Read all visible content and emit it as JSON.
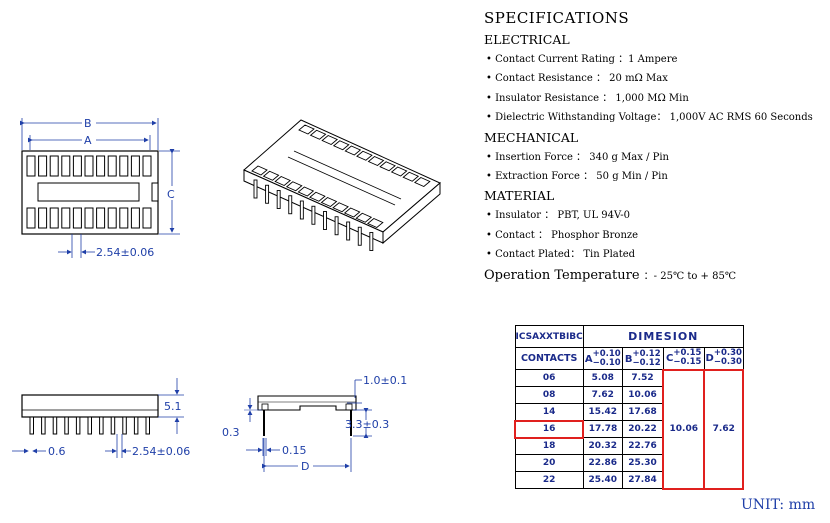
{
  "specs": {
    "title": "SPECIFICATIONS",
    "electrical": {
      "heading": "ELECTRICAL",
      "items": [
        "• Contact Current Rating ：1 Ampere",
        "• Contact Resistance ： 20 mΩ Max",
        "• Insulator Resistance ： 1,000 MΩ Min",
        "• Dielectric Withstanding Voltage： 1,000V AC RMS 60 Seconds"
      ]
    },
    "mechanical": {
      "heading": "MECHANICAL",
      "items": [
        "• Insertion Force ： 340 g Max / Pin",
        "• Extraction Force ： 50 g Min / Pin"
      ]
    },
    "material": {
      "heading": "MATERIAL",
      "items": [
        "• Insulator ： PBT, UL 94V-0",
        "• Contact ： Phosphor Bronze",
        "• Contact  Plated： Tin Plated"
      ]
    },
    "operation": {
      "label": "Operation Temperature",
      "value": "：- 25℃ to + 85℃"
    }
  },
  "dims": {
    "b": "B",
    "a": "A",
    "c": "C",
    "d": "D",
    "pitch_top": "2.54±0.06",
    "height": "5.1",
    "pin_width": "0.6",
    "pitch_side": "2.54±0.06",
    "one": "1.0±0.1",
    "zero_three": "0.3",
    "three_three": "3.3±0.3",
    "zero_fifteen": "0.15"
  },
  "table": {
    "code": "ICSAXXTBIBC",
    "dimesion": "DIMESION",
    "contacts": "CONTACTS",
    "col_a": {
      "letter": "A",
      "plus": "+0.10",
      "minus": "−0.10"
    },
    "col_b": {
      "letter": "B",
      "plus": "+0.12",
      "minus": "−0.12"
    },
    "col_c": {
      "letter": "C",
      "plus": "+0.15",
      "minus": "−0.15"
    },
    "col_d": {
      "letter": "D",
      "plus": "+0.30",
      "minus": "−0.30"
    },
    "rows": [
      {
        "contacts": "06",
        "a": "5.08",
        "b": "7.52"
      },
      {
        "contacts": "08",
        "a": "7.62",
        "b": "10.06"
      },
      {
        "contacts": "14",
        "a": "15.42",
        "b": "17.68"
      },
      {
        "contacts": "16",
        "a": "17.78",
        "b": "20.22"
      },
      {
        "contacts": "18",
        "a": "20.32",
        "b": "22.76"
      },
      {
        "contacts": "20",
        "a": "22.86",
        "b": "25.30"
      },
      {
        "contacts": "22",
        "a": "25.40",
        "b": "27.84"
      }
    ],
    "c_value": "10.06",
    "d_value": "7.62",
    "highlight_color": "#e0201e"
  },
  "unit": "UNIT: mm"
}
